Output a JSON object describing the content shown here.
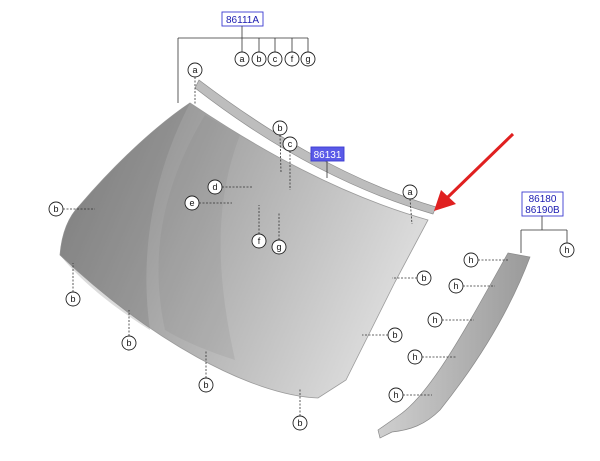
{
  "diagram": {
    "part_labels": {
      "windshield_top": "86111A",
      "moulding_top": "86131",
      "pillar_trim_line1": "86180",
      "pillar_trim_line2": "86190B"
    },
    "callouts": {
      "a": "a",
      "b": "b",
      "c": "c",
      "d": "d",
      "e": "e",
      "f": "f",
      "g": "g",
      "h": "h"
    },
    "colors": {
      "glass_dark": "#8a8a8a",
      "glass_light": "#d4d4d4",
      "moulding": "#bdbdbd",
      "label_text": "#1a1ab0",
      "label_border": "#3a3ad0",
      "highlight_fill": "#5a5ae8",
      "arrow": "#e02020"
    }
  }
}
